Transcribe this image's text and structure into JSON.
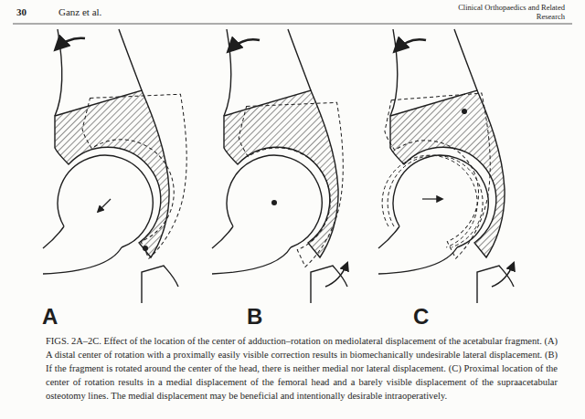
{
  "diagram": {
    "caption": "FIGS. 2A–2C. Effect of the location of the center of adduction–rotation on mediolateral displacement of the acetabular fragment. (A) A distal center of rotation with a proximally easily visible correction results in biomechanically undesirable lateral displacement. (B) If the fragment is rotated around the center of the head, there is neither medial nor lateral displacement. (C) Proximal location of the center of rotation results in a medial displacement of the femoral head and a barely visible displacement of the supraacetabular osteotomy lines. The medial displacement may be beneficial and intentionally desirable intraoperatively.",
    "labels": [
      "30",
      "Ganz et al.",
      "Clinical Orthopaedics and Related Research",
      "A",
      "B",
      "C"
    ]
  }
}
